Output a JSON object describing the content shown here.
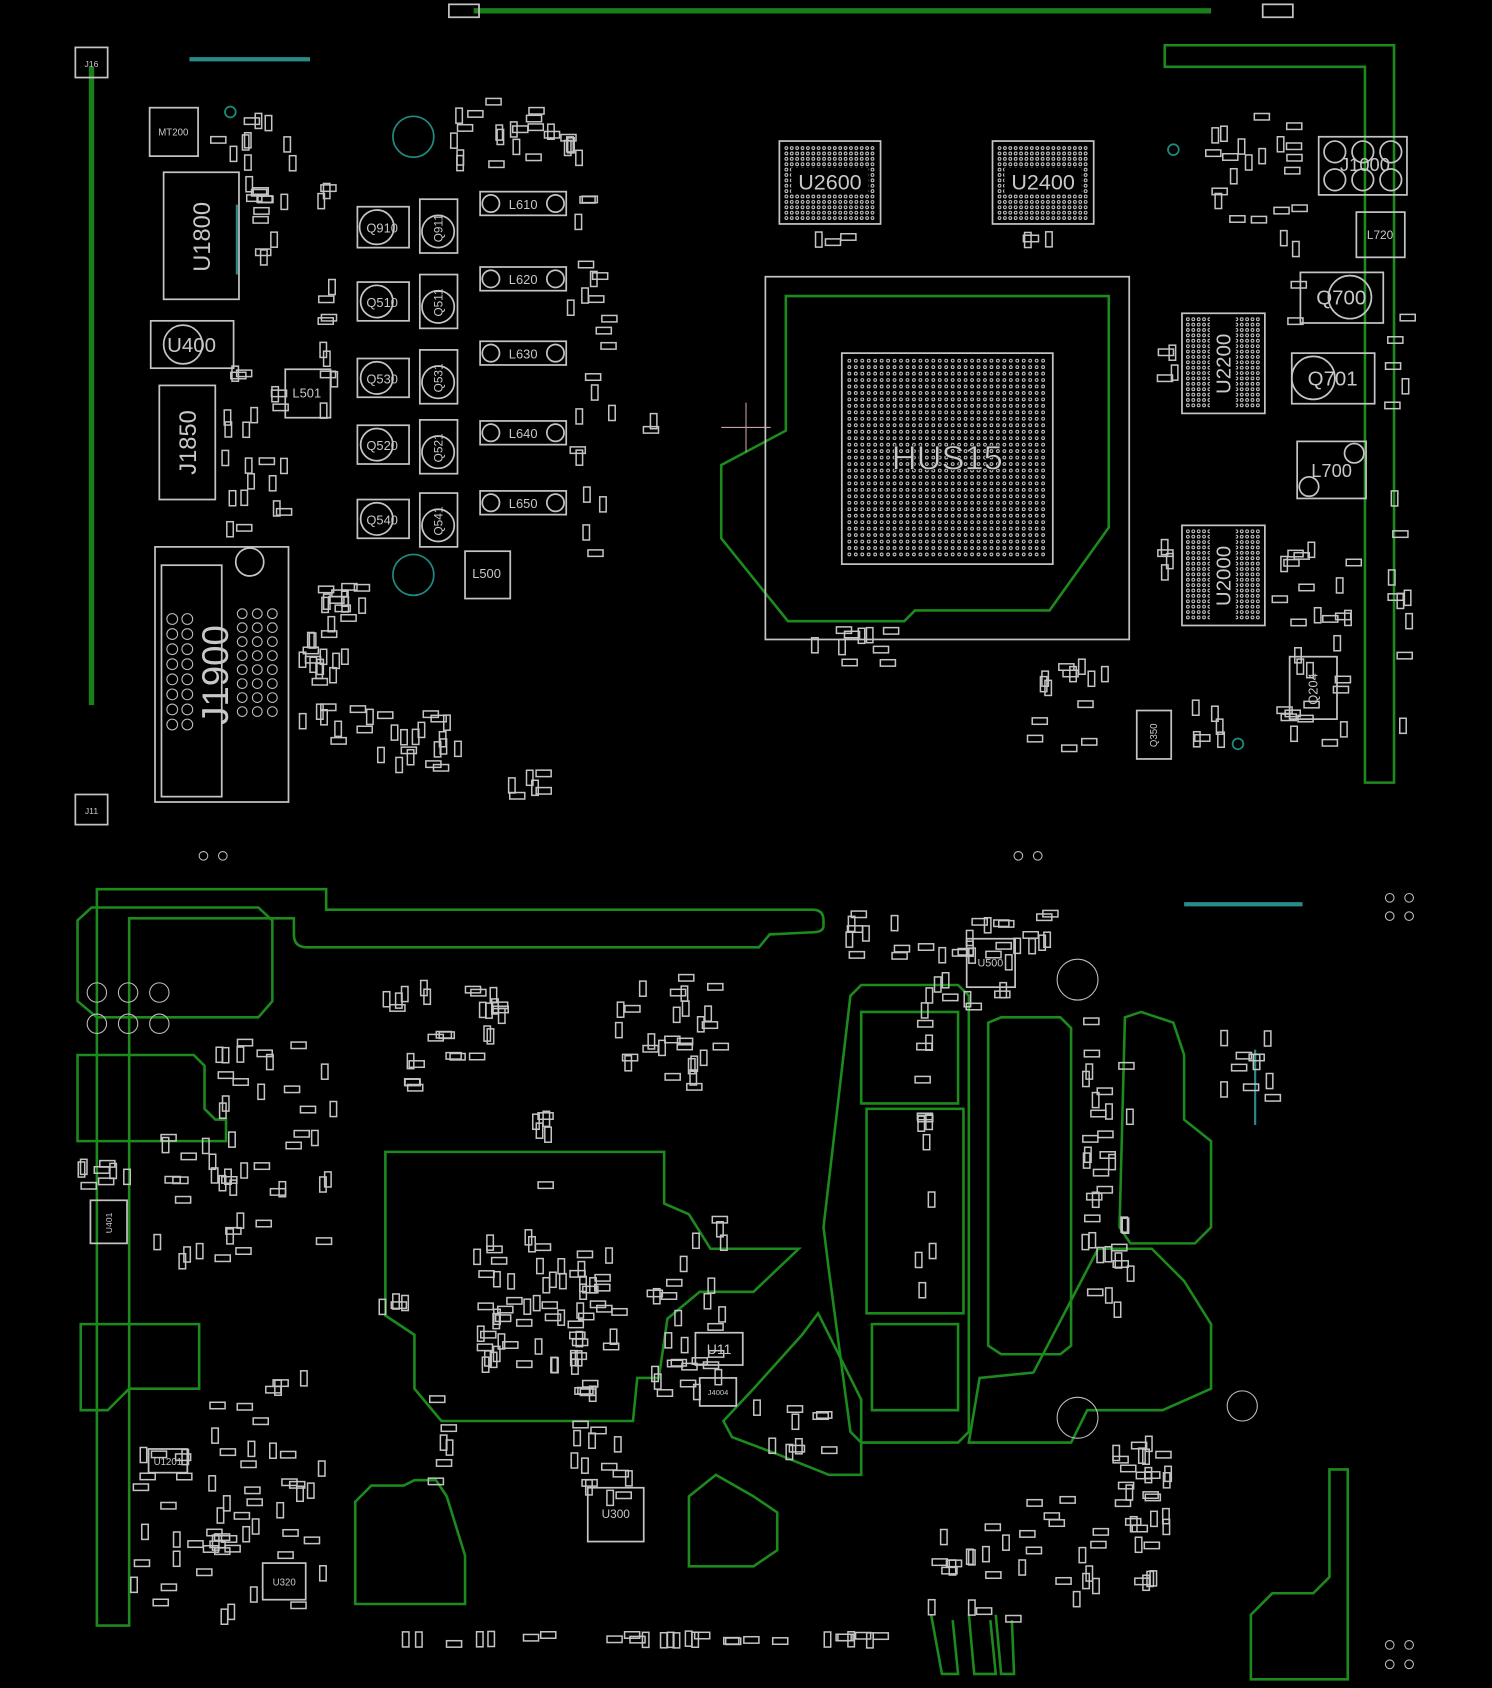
{
  "board": {
    "top_components": {
      "j16": "J16",
      "j11": "J11",
      "mt200": "MT200",
      "u1800": "U1800",
      "u400": "U400",
      "j1850": "J1850",
      "l501": "L501",
      "j1900": "J1900",
      "l500": "L500",
      "q910": "Q910",
      "q911": "Q911",
      "q510": "Q510",
      "q511": "Q511",
      "q530": "Q530",
      "q531": "Q531",
      "q520": "Q520",
      "q521": "Q521",
      "q540": "Q540",
      "q541": "Q541",
      "l610": "L610",
      "l620": "L620",
      "l630": "L630",
      "l640": "L640",
      "l650": "L650",
      "u2600": "U2600",
      "u2400": "U2400",
      "cpu": "HUS15",
      "u2200": "U2200",
      "u2000": "U2000",
      "j1000": "J1000",
      "l720": "L720",
      "q700": "Q700",
      "q701": "Q701",
      "l700": "L700",
      "q204": "Q204",
      "q350": "Q350"
    },
    "bottom_components": {
      "u500": "U500",
      "u11": "U11",
      "j4004": "J4004",
      "u300": "U300",
      "u401": "U401",
      "u1201": "U1201",
      "u320": "U320"
    },
    "colors": {
      "background": "#000000",
      "silkscreen": "#c4c4c4",
      "copper_trace": "#1d8a1d",
      "via_teal": "#1f8a82"
    }
  }
}
